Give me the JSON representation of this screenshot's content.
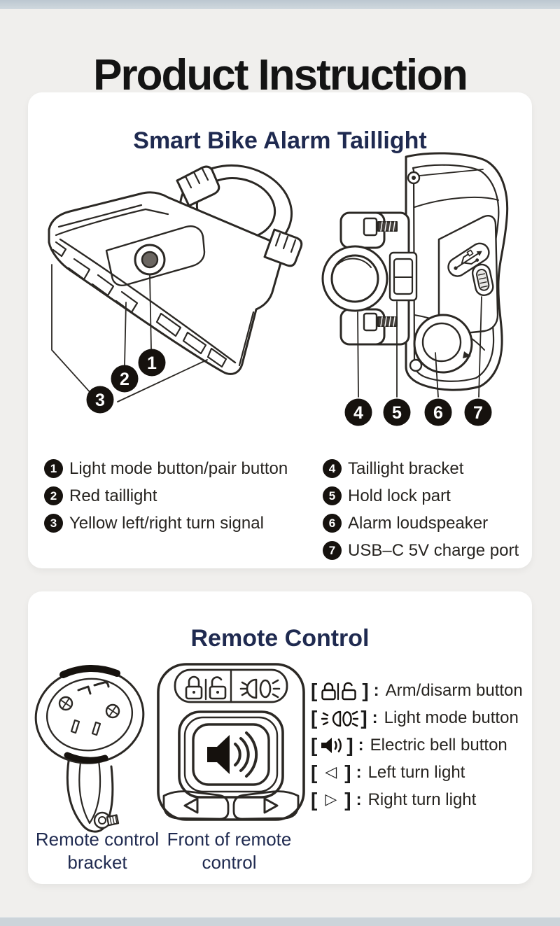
{
  "page": {
    "title": "Product Instruction"
  },
  "taillight": {
    "heading": "Smart Bike Alarm Taillight",
    "callouts": [
      "1",
      "2",
      "3",
      "4",
      "5",
      "6",
      "7"
    ],
    "legend_left": [
      {
        "num": "1",
        "label": "Light mode button/pair button"
      },
      {
        "num": "2",
        "label": "Red taillight"
      },
      {
        "num": "3",
        "label": "Yellow left/right turn signal"
      }
    ],
    "legend_right": [
      {
        "num": "4",
        "label": "Taillight bracket"
      },
      {
        "num": "5",
        "label": "Hold lock part"
      },
      {
        "num": "6",
        "label": "Alarm loudspeaker"
      },
      {
        "num": "7",
        "label": "USB–C 5V charge port"
      }
    ]
  },
  "remote": {
    "heading": "Remote Control",
    "bracket_open": "[",
    "bracket_close": "]",
    "colon": ":",
    "legend": [
      {
        "icon": "arm-disarm",
        "label": "Arm/disarm button"
      },
      {
        "icon": "light-mode",
        "label": "Light mode button"
      },
      {
        "icon": "electric-bell",
        "label": "Electric bell button"
      },
      {
        "icon": "left-turn",
        "symbol_char": "◁",
        "label": "Left turn light"
      },
      {
        "icon": "right-turn",
        "symbol_char": "▷",
        "label": "Right turn light"
      }
    ],
    "caption_bracket": "Remote control bracket",
    "caption_front": "Front of remote control"
  },
  "colors": {
    "background": "#f0efed",
    "card": "#ffffff",
    "top_bar": "#c6cfd6",
    "bottom_bar": "#ccd4da",
    "heading_navy": "#1f2a50",
    "title_black": "#141414",
    "body_text": "#272420",
    "line_art": "#2b2824",
    "callout_black": "#16120e"
  }
}
